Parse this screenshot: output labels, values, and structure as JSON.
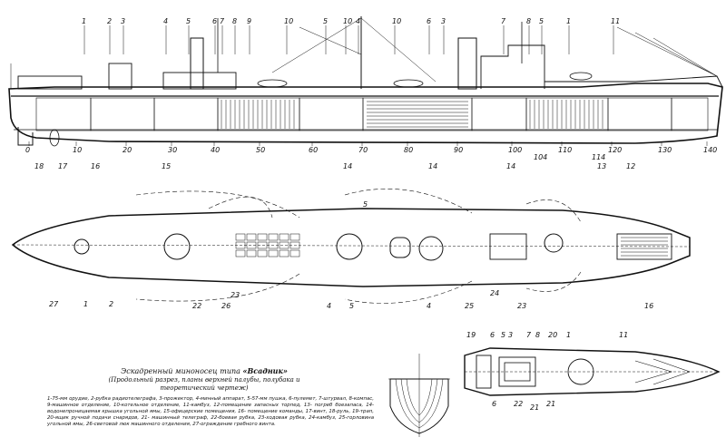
{
  "caption": {
    "title_prefix": "Эскадренный миноносец типа",
    "title_name": "«Всадник»",
    "subtitle": "(Продольный разрез, планы верхней палубы, полубака и теоретический чертеж)",
    "legend": "1-75-мм орудие, 2-рубка радиотелеграфа, 3-прожектор, 4-минный аппарат, 5-57-мм пушка, 6-пулемет, 7-штурвал, 8-компас, 9-машинное отделение, 10-котельное отделение, 11-камбуз, 12-помещение запасных торпед, 13- погреб боезапаса, 14- водонепроницаемая крышка угольной ямы, 15-офицерские помещения, 16- помещение команды, 17-винт, 18-руль, 19-трап, 20-ящик ручной подачи снарядов, 21- машинный телеграф, 22-боевая рубка, 23-ходовая рубка, 24-камбуз, 25-горловина угольной ямы, 26-световой люк машинного отделения, 27-ограждение гребного винта."
  },
  "frame_scale": [
    "0",
    "10",
    "20",
    "30",
    "40",
    "50",
    "60",
    "70",
    "80",
    "90",
    "100",
    "110",
    "120",
    "130",
    "140"
  ],
  "section_labels": {
    "top": [
      "1",
      "2",
      "3",
      "4",
      "5",
      "6",
      "7",
      "8",
      "9",
      "10",
      "5",
      "10",
      "4",
      "10",
      "6",
      "3",
      "7",
      "8",
      "5",
      "1",
      "11"
    ],
    "below_profile": [
      "18",
      "17",
      "16",
      "15",
      "14",
      "14",
      "14",
      "13",
      "12"
    ],
    "below_frames": [
      "104",
      "114"
    ],
    "plan": [
      "27",
      "1",
      "2",
      "22",
      "26",
      "23",
      "4",
      "5",
      "4",
      "25",
      "24",
      "23",
      "16",
      "5"
    ],
    "inset": [
      "19",
      "6",
      "5",
      "3",
      "7",
      "8",
      "20",
      "1",
      "11",
      "6",
      "22",
      "21",
      "21"
    ]
  }
}
